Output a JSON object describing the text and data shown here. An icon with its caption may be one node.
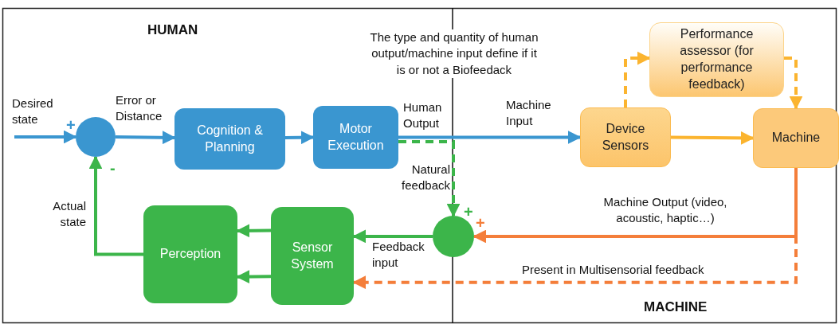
{
  "diagram": {
    "nodes": [
      {
        "text": [],
        "shape": "circle",
        "beside": [
          "+",
          "-"
        ]
      },
      {
        "text": [
          "Cognition & Planning"
        ]
      },
      {
        "text": [
          "Motor Execution"
        ]
      },
      {
        "text": [
          "Device Sensors"
        ]
      },
      {
        "text": [
          "Performance assessor (for performance feedback)"
        ]
      },
      {
        "text": [
          "Machine"
        ]
      },
      {
        "text": [],
        "shape": "circle",
        "beside": [
          "+",
          "+"
        ]
      },
      {
        "text": [
          "Sensor System"
        ]
      },
      {
        "text": [
          "Perception"
        ]
      }
    ],
    "edges": [
      {
        "from": null,
        "to": 0,
        "arrow": "to",
        "label": "Desired state",
        "color": "#3a96d0"
      },
      {
        "from": 0,
        "to": 1,
        "arrow": "to",
        "label": "Error or Distance",
        "color": "#3a96d0"
      },
      {
        "from": 1,
        "to": 2,
        "arrow": "to",
        "color": "#3a96d0"
      },
      {
        "from": 2,
        "to": 3,
        "arrow": "to",
        "label": "Human Output",
        "color": "#3a96d0"
      },
      {
        "from": 2,
        "to": 6,
        "arrow": "to",
        "label": "Natural feedback",
        "style": "dashed",
        "color": "#3cb54a"
      },
      {
        "from": 3,
        "to": 5,
        "arrow": "to",
        "color": "#fbb42f"
      },
      {
        "from": 3,
        "to": 4,
        "arrow": "to",
        "style": "dashed",
        "color": "#fbb42f"
      },
      {
        "from": 4,
        "to": 5,
        "arrow": "to",
        "style": "dashed",
        "color": "#fbb42f"
      },
      {
        "from": 5,
        "to": 6,
        "arrow": "to",
        "label": "Machine Output (video, acoustic, haptic…)",
        "color": "#f47e3a"
      },
      {
        "from": 5,
        "to": 7,
        "arrow": "to",
        "label": "Present in Multisensorial feedback",
        "style": "dashed",
        "color": "#f47e3a"
      },
      {
        "from": 6,
        "to": 7,
        "arrow": "to",
        "label": "Feedback input",
        "color": "#3cb54a"
      },
      {
        "from": 7,
        "to": 8,
        "arrow": "to",
        "color": "#3cb54a"
      },
      {
        "from": 7,
        "to": 8,
        "arrow": "to",
        "color": "#3cb54a"
      },
      {
        "from": 8,
        "to": 0,
        "arrow": "to",
        "label": "Actual state",
        "color": "#3cb54a"
      }
    ],
    "labels": [
      "HUMAN",
      "The type and quantity of human output/machine input define if it is or not a Biofeedack",
      "Machine Input",
      "MACHINE"
    ]
  }
}
